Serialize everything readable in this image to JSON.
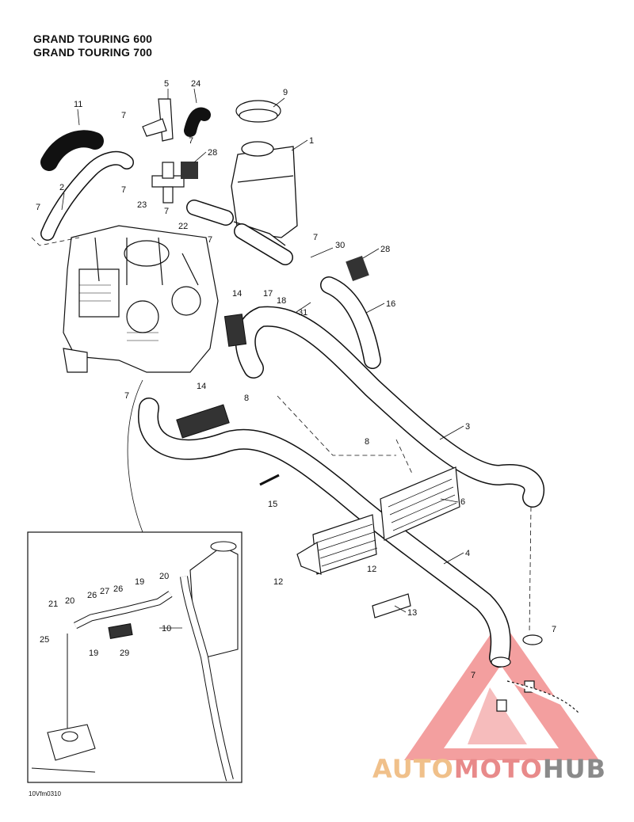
{
  "titles": [
    "GRAND TOURING 600",
    "GRAND TOURING 700"
  ],
  "drawing_code": "10Vfm0310",
  "watermark": {
    "part1": "AUTO",
    "part2": "MOTO",
    "part3": "HUB",
    "colors": {
      "auto": "#f0c08a",
      "moto": "#e88a8a",
      "hub": "#8a8a8a",
      "triangle": "#f08080"
    }
  },
  "callouts": [
    "1",
    "2",
    "3",
    "4",
    "5",
    "6",
    "7",
    "8",
    "9",
    "10",
    "11",
    "12",
    "13",
    "14",
    "15",
    "16",
    "17",
    "18",
    "19",
    "20",
    "21",
    "22",
    "23",
    "24",
    "25",
    "26",
    "27",
    "28",
    "29",
    "30",
    "31"
  ]
}
